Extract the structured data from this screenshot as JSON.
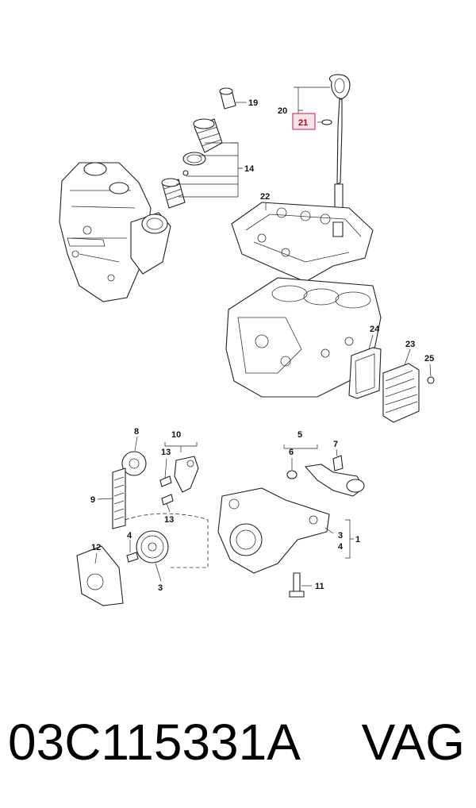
{
  "callouts": {
    "c1": "1",
    "c3a": "3",
    "c3b": "3",
    "c4a": "4",
    "c4b": "4",
    "c5": "5",
    "c6": "6",
    "c7": "7",
    "c8": "8",
    "c9": "9",
    "c10": "10",
    "c11": "11",
    "c12": "12",
    "c13a": "13",
    "c13b": "13",
    "c14": "14",
    "c19": "19",
    "c20": "20",
    "c21": "21",
    "c22": "22",
    "c23": "23",
    "c24": "24",
    "c25": "25"
  },
  "highlight_color": "#c2185b",
  "footer": {
    "part_number": "03C115331A",
    "brand": "VAG"
  }
}
